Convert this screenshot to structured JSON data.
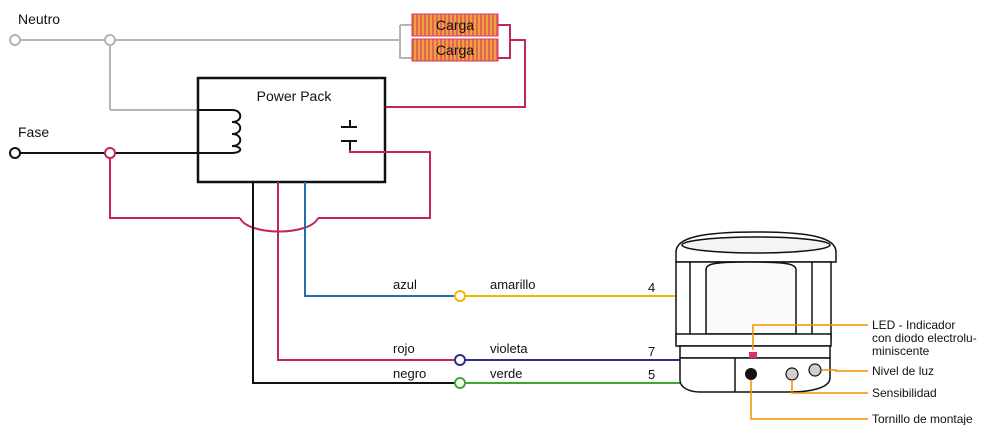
{
  "terminals": {
    "neutral": "Neutro",
    "phase": "Fase"
  },
  "loads": [
    "Carga",
    "Carga"
  ],
  "power_pack": {
    "title": "Power Pack"
  },
  "wires": [
    {
      "pack_side": "azul",
      "sensor_side": "amarillo",
      "pin": "4",
      "color": "#1f6fb3",
      "sensor_color": "#f2b705"
    },
    {
      "pack_side": "rojo",
      "sensor_side": "violeta",
      "pin": "7",
      "color": "#c2255c",
      "sensor_color": "#2e2e8f"
    },
    {
      "pack_side": "negro",
      "sensor_side": "verde",
      "pin": "5",
      "color": "#111111",
      "sensor_color": "#3aa832"
    }
  ],
  "sensor_callouts": {
    "led_line1": "LED - Indicador",
    "led_line2": "con diodo electrolu-",
    "led_line3": "miniscente",
    "light_level": "Nivel de luz",
    "sensitivity": "Sensibilidad",
    "mount_screw": "Tornillo de montaje"
  },
  "colors": {
    "neutral_wire": "#b5b5b5",
    "phase_wire": "#111111",
    "red_wire": "#c2255c",
    "callout": "#f39200",
    "load_fill": "#f0a23a",
    "load_stripe": "#d6336c"
  }
}
